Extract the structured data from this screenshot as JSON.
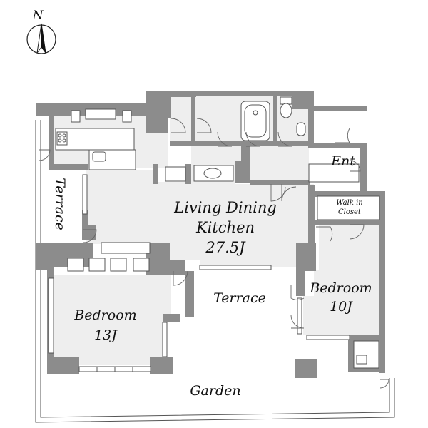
{
  "compass": {
    "label": "N"
  },
  "rooms": {
    "ent": "Ent",
    "walk_in_line1": "Walk in",
    "walk_in_line2": "Closet",
    "ldk_line1": "Living Dining",
    "ldk_line2": "Kitchen",
    "ldk_size": "27.5J",
    "terrace_west": "Terrace",
    "terrace_center": "Terrace",
    "bedroom_east": "Bedroom",
    "bedroom_east_size": "10J",
    "bedroom_west": "Bedroom",
    "bedroom_west_size": "13J",
    "garden": "Garden"
  },
  "colors": {
    "wall": "#8c8c8c",
    "floor": "#eeeeee",
    "lines": "#555555"
  }
}
